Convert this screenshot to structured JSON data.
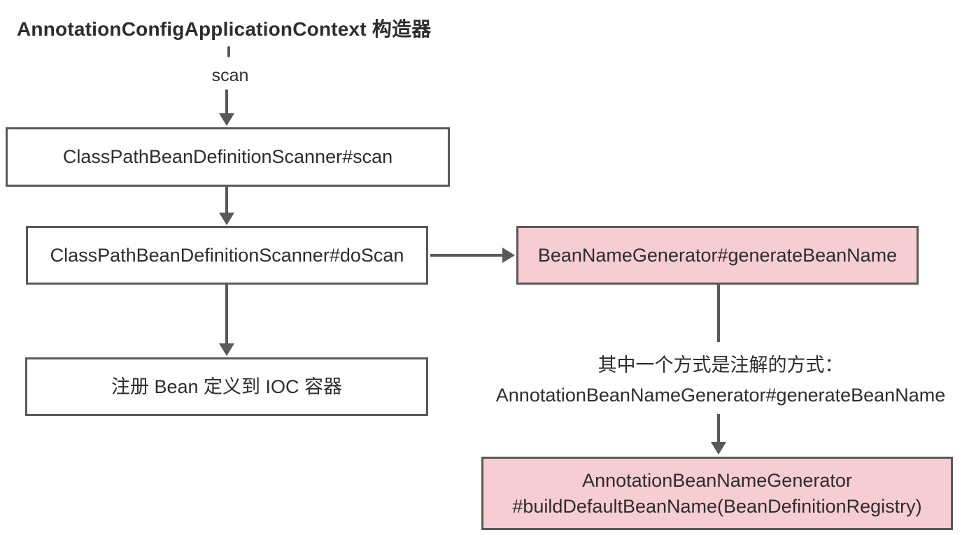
{
  "title": "AnnotationConfigApplicationContext 构造器",
  "edges": {
    "scan_label": "scan"
  },
  "nodes": {
    "scan": {
      "label": "ClassPathBeanDefinitionScanner#scan"
    },
    "doscan": {
      "label": "ClassPathBeanDefinitionScanner#doScan"
    },
    "register": {
      "label": "注册 Bean 定义到 IOC 容器"
    },
    "bean_name_generator": {
      "label": "BeanNameGenerator#generateBeanName"
    },
    "annotation_bean_name_generator": {
      "label_line1": "AnnotationBeanNameGenerator",
      "label_line2": "#buildDefaultBeanName(BeanDefinitionRegistry)"
    }
  },
  "annotation": {
    "line1": "其中一个方式是注解的方式：",
    "line2": "AnnotationBeanNameGenerator#generateBeanName"
  },
  "colors": {
    "stroke": "#595959",
    "text": "#2d2d2d",
    "highlight_fill": "#f6cdd2",
    "node_fill": "#ffffff",
    "background": "#ffffff"
  }
}
